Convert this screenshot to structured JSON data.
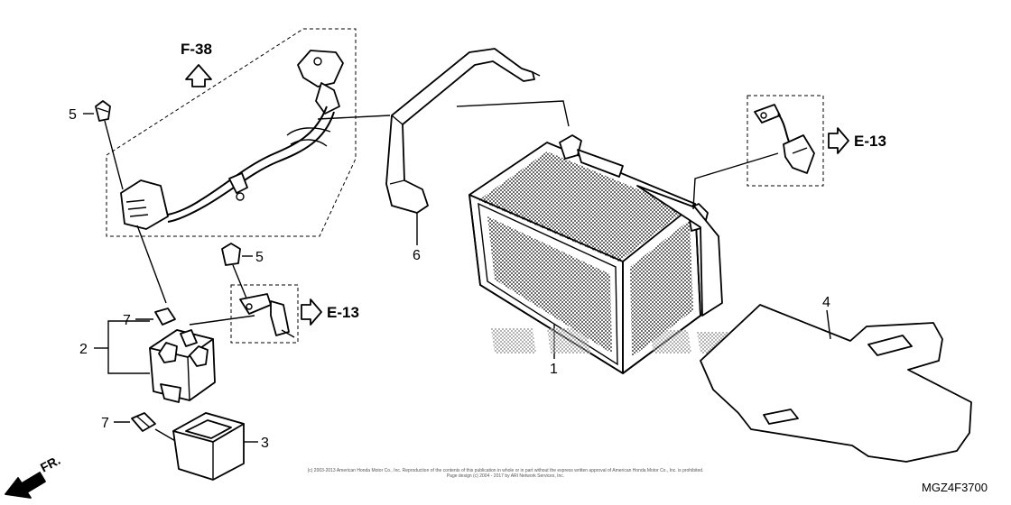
{
  "callouts": {
    "c1": "1",
    "c2": "2",
    "c3": "3",
    "c4": "4",
    "c5a": "5",
    "c5b": "5",
    "c6": "6",
    "c7a": "7",
    "c7b": "7"
  },
  "refs": {
    "f38": "F-38",
    "e13_left": "E-13",
    "e13_right": "E-13"
  },
  "direction": {
    "fr": "FR."
  },
  "footer": {
    "copyright_line1": "(c) 2003-2013 American Honda Motor Co., Inc. Reproduction of the contents of this publication in whole or in part without the express written approval of American Honda Motor Co., Inc. is prohibited.",
    "copyright_line2": "Page design (c) 2004 - 2017 by ARI Network Services, Inc.",
    "diagram_code": "MGZ4F3700"
  }
}
